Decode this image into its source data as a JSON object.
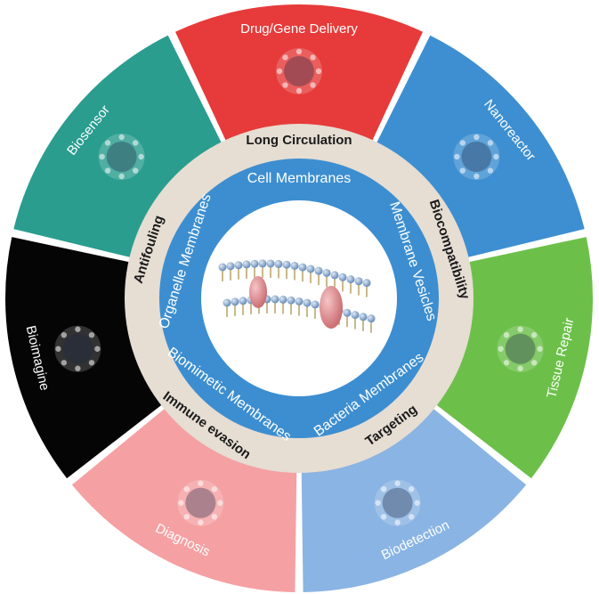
{
  "segments": [
    {
      "label": "Drug/Gene Delivery",
      "color": "#e63b3a"
    },
    {
      "label": "Nanoreactor",
      "color": "#3d8fd1"
    },
    {
      "label": "Tissue Repair",
      "color": "#6cc04a"
    },
    {
      "label": "Biodetection",
      "color": "#8ab4e3"
    },
    {
      "label": "Diagnosis",
      "color": "#f5a0a3"
    },
    {
      "label": "Bioimagine",
      "color": "#050505"
    },
    {
      "label": "Biosensor",
      "color": "#2a9d8f"
    }
  ],
  "properties": [
    "Long Circulation",
    "Biocompatibility",
    "Targeting",
    "Immune evasion",
    "Antifouling"
  ],
  "membranes": [
    "Cell Membranes",
    "Membrane Vesicles",
    "Bacteria Membranes",
    "Biomimetic Membranes",
    "Organelle Membranes"
  ],
  "colors": {
    "property_ring": "#e6ddd3",
    "membrane_ring": "#3d8ed0",
    "center_disc": "#ffffff",
    "bilayer_head": "#8fb1d6",
    "protein": "#e08f93"
  }
}
